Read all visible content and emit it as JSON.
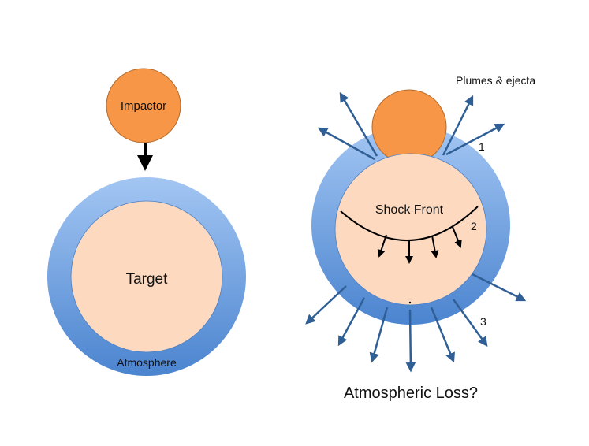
{
  "labels": {
    "impactor": "Impactor",
    "target": "Target",
    "atmosphere": "Atmosphere",
    "plumes": "Plumes & ejecta",
    "shock_front": "Shock Front",
    "question": "Atmospheric Loss?",
    "marker_1": "1",
    "marker_2": "2",
    "marker_3": "3"
  },
  "colors": {
    "impactor_fill": "#f79646",
    "core_fill": "#fcd9bf",
    "atmosphere_light": "#9fc3f2",
    "atmosphere_dark": "#4e86d0",
    "arrow": "#2f5f95",
    "black": "#000000"
  }
}
